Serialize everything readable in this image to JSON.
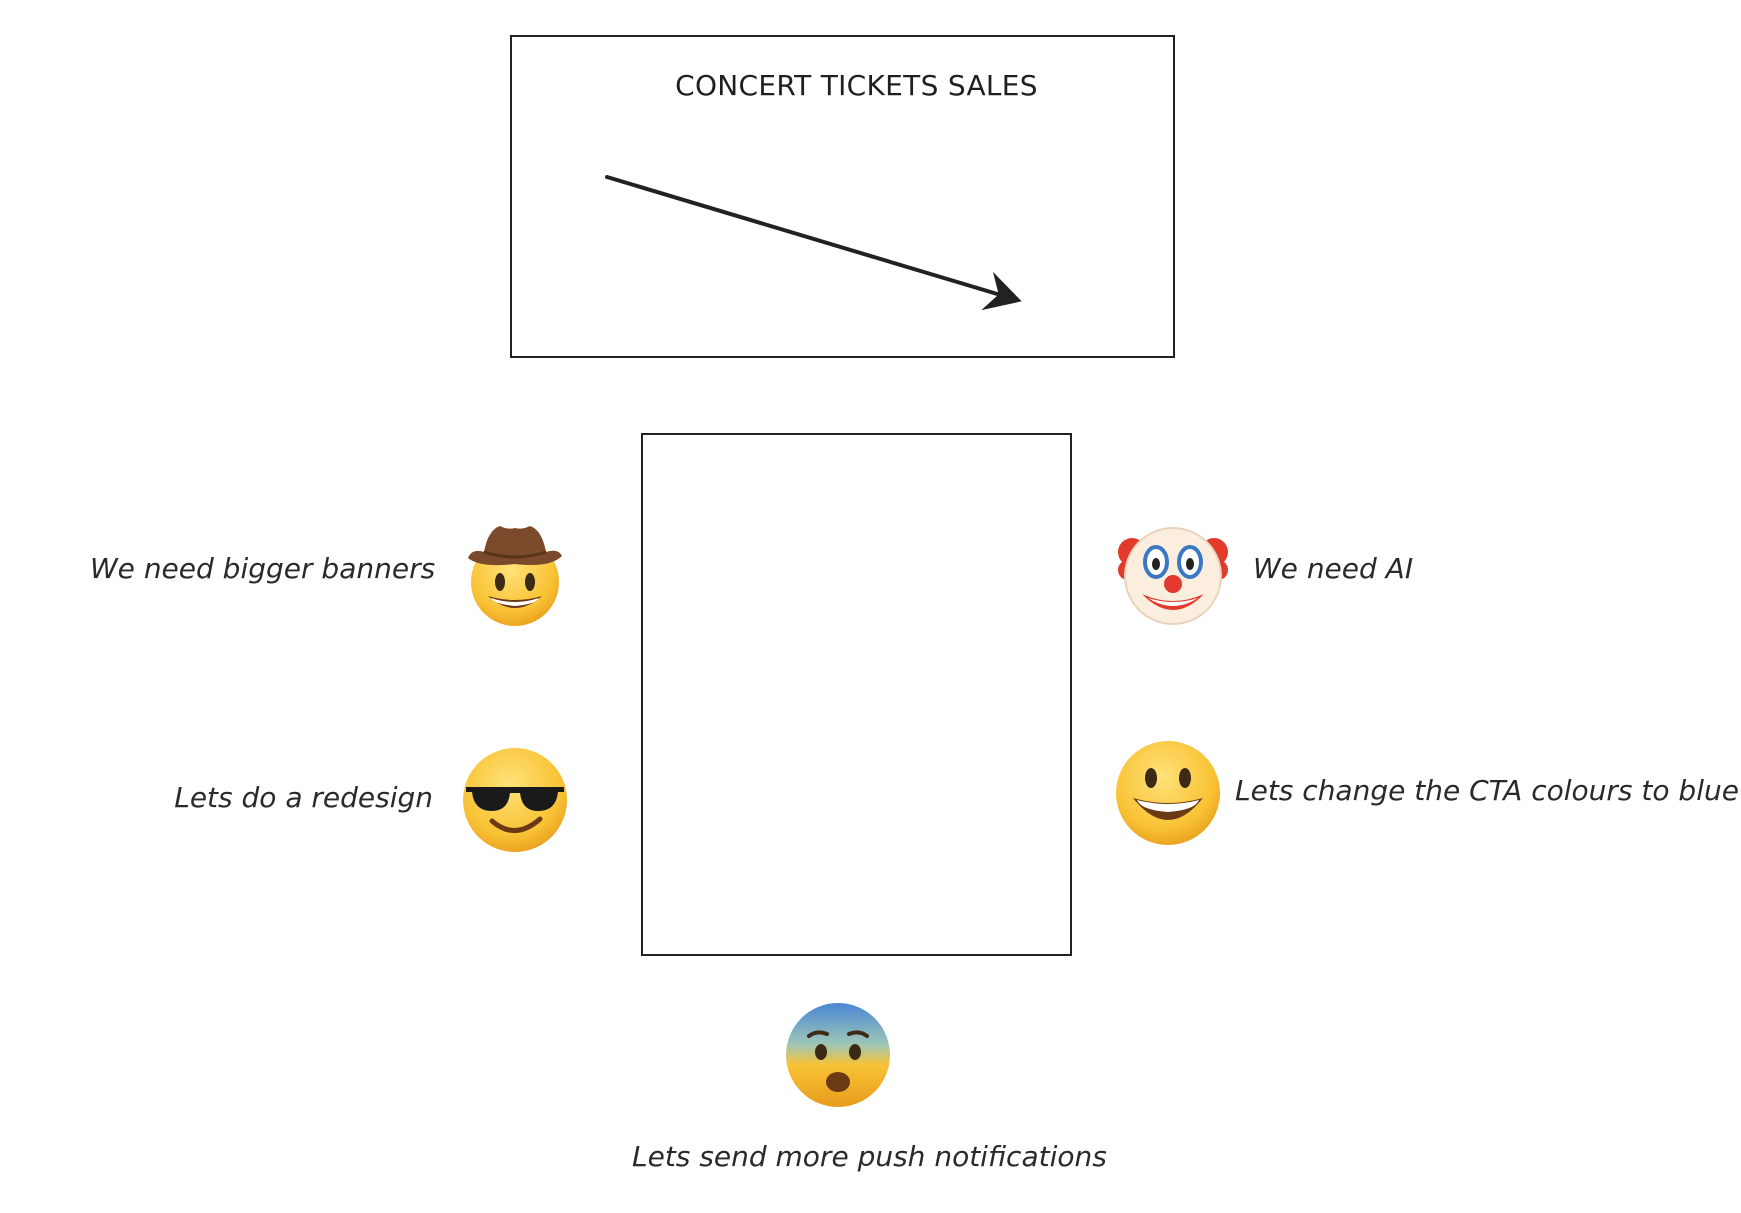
{
  "chart": {
    "title": "CONCERT TICKETS SALES",
    "trend": "down"
  },
  "ideas": [
    {
      "text": "We need bigger banners",
      "emoji": "cowboy-face-icon"
    },
    {
      "text": "Lets do a redesign",
      "emoji": "sunglasses-face-icon"
    },
    {
      "text": "We need AI",
      "emoji": "clown-face-icon"
    },
    {
      "text": "Lets change the CTA colours to blue",
      "emoji": "grinning-face-icon"
    },
    {
      "text": "Lets send more push notifications",
      "emoji": "anxious-face-icon"
    }
  ],
  "colors": {
    "stroke": "#222222",
    "emoji_yellow": "#f7b52a",
    "emoji_yellow_light": "#ffd25a",
    "clown_red": "#e23b2e",
    "clown_blue": "#3b78c4"
  }
}
